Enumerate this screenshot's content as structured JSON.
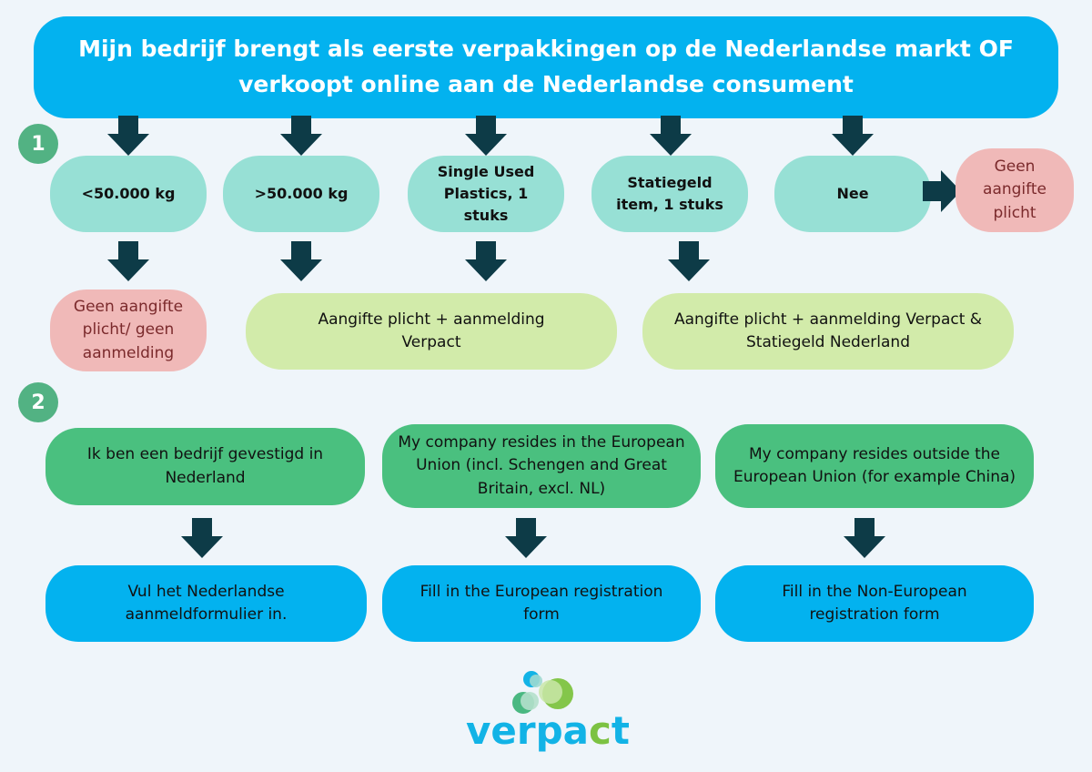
{
  "header": {
    "title": "Mijn bedrijf brengt als eerste verpakkingen op de Nederlandse markt OF verkoopt online aan de Nederlandse consument"
  },
  "step1": {
    "badge": "1",
    "options": [
      "<50.000 kg",
      ">50.000 kg",
      "Single Used Plastics, 1 stuks",
      "Statiegeld item, 1 stuks",
      "Nee"
    ],
    "nee_result": "Geen aangifte plicht",
    "results": [
      "Geen aangifte plicht/ geen aanmelding",
      "Aangifte plicht + aanmelding Verpact",
      "Aangifte plicht + aanmelding Verpact & Statiegeld Nederland"
    ]
  },
  "step2": {
    "badge": "2",
    "locations": [
      "Ik ben een bedrijf gevestigd in Nederland",
      "My company resides in the European Union (incl. Schengen and Great Britain, excl. NL)",
      "My company resides outside the European Union (for example China)"
    ],
    "forms": [
      "Vul het Nederlandse aanmeldformulier in.",
      "Fill in the European registration form",
      "Fill in the Non-European registration form"
    ]
  },
  "logo": {
    "text_main": "verpa",
    "text_accent": "c",
    "text_end": "t"
  },
  "colors": {
    "header": "#03b2ef",
    "teal": "#97e0d5",
    "pink": "#f0b9b8",
    "lightgreen": "#d2ebaa",
    "green": "#4ac07f",
    "arrow": "#0d3b47"
  }
}
